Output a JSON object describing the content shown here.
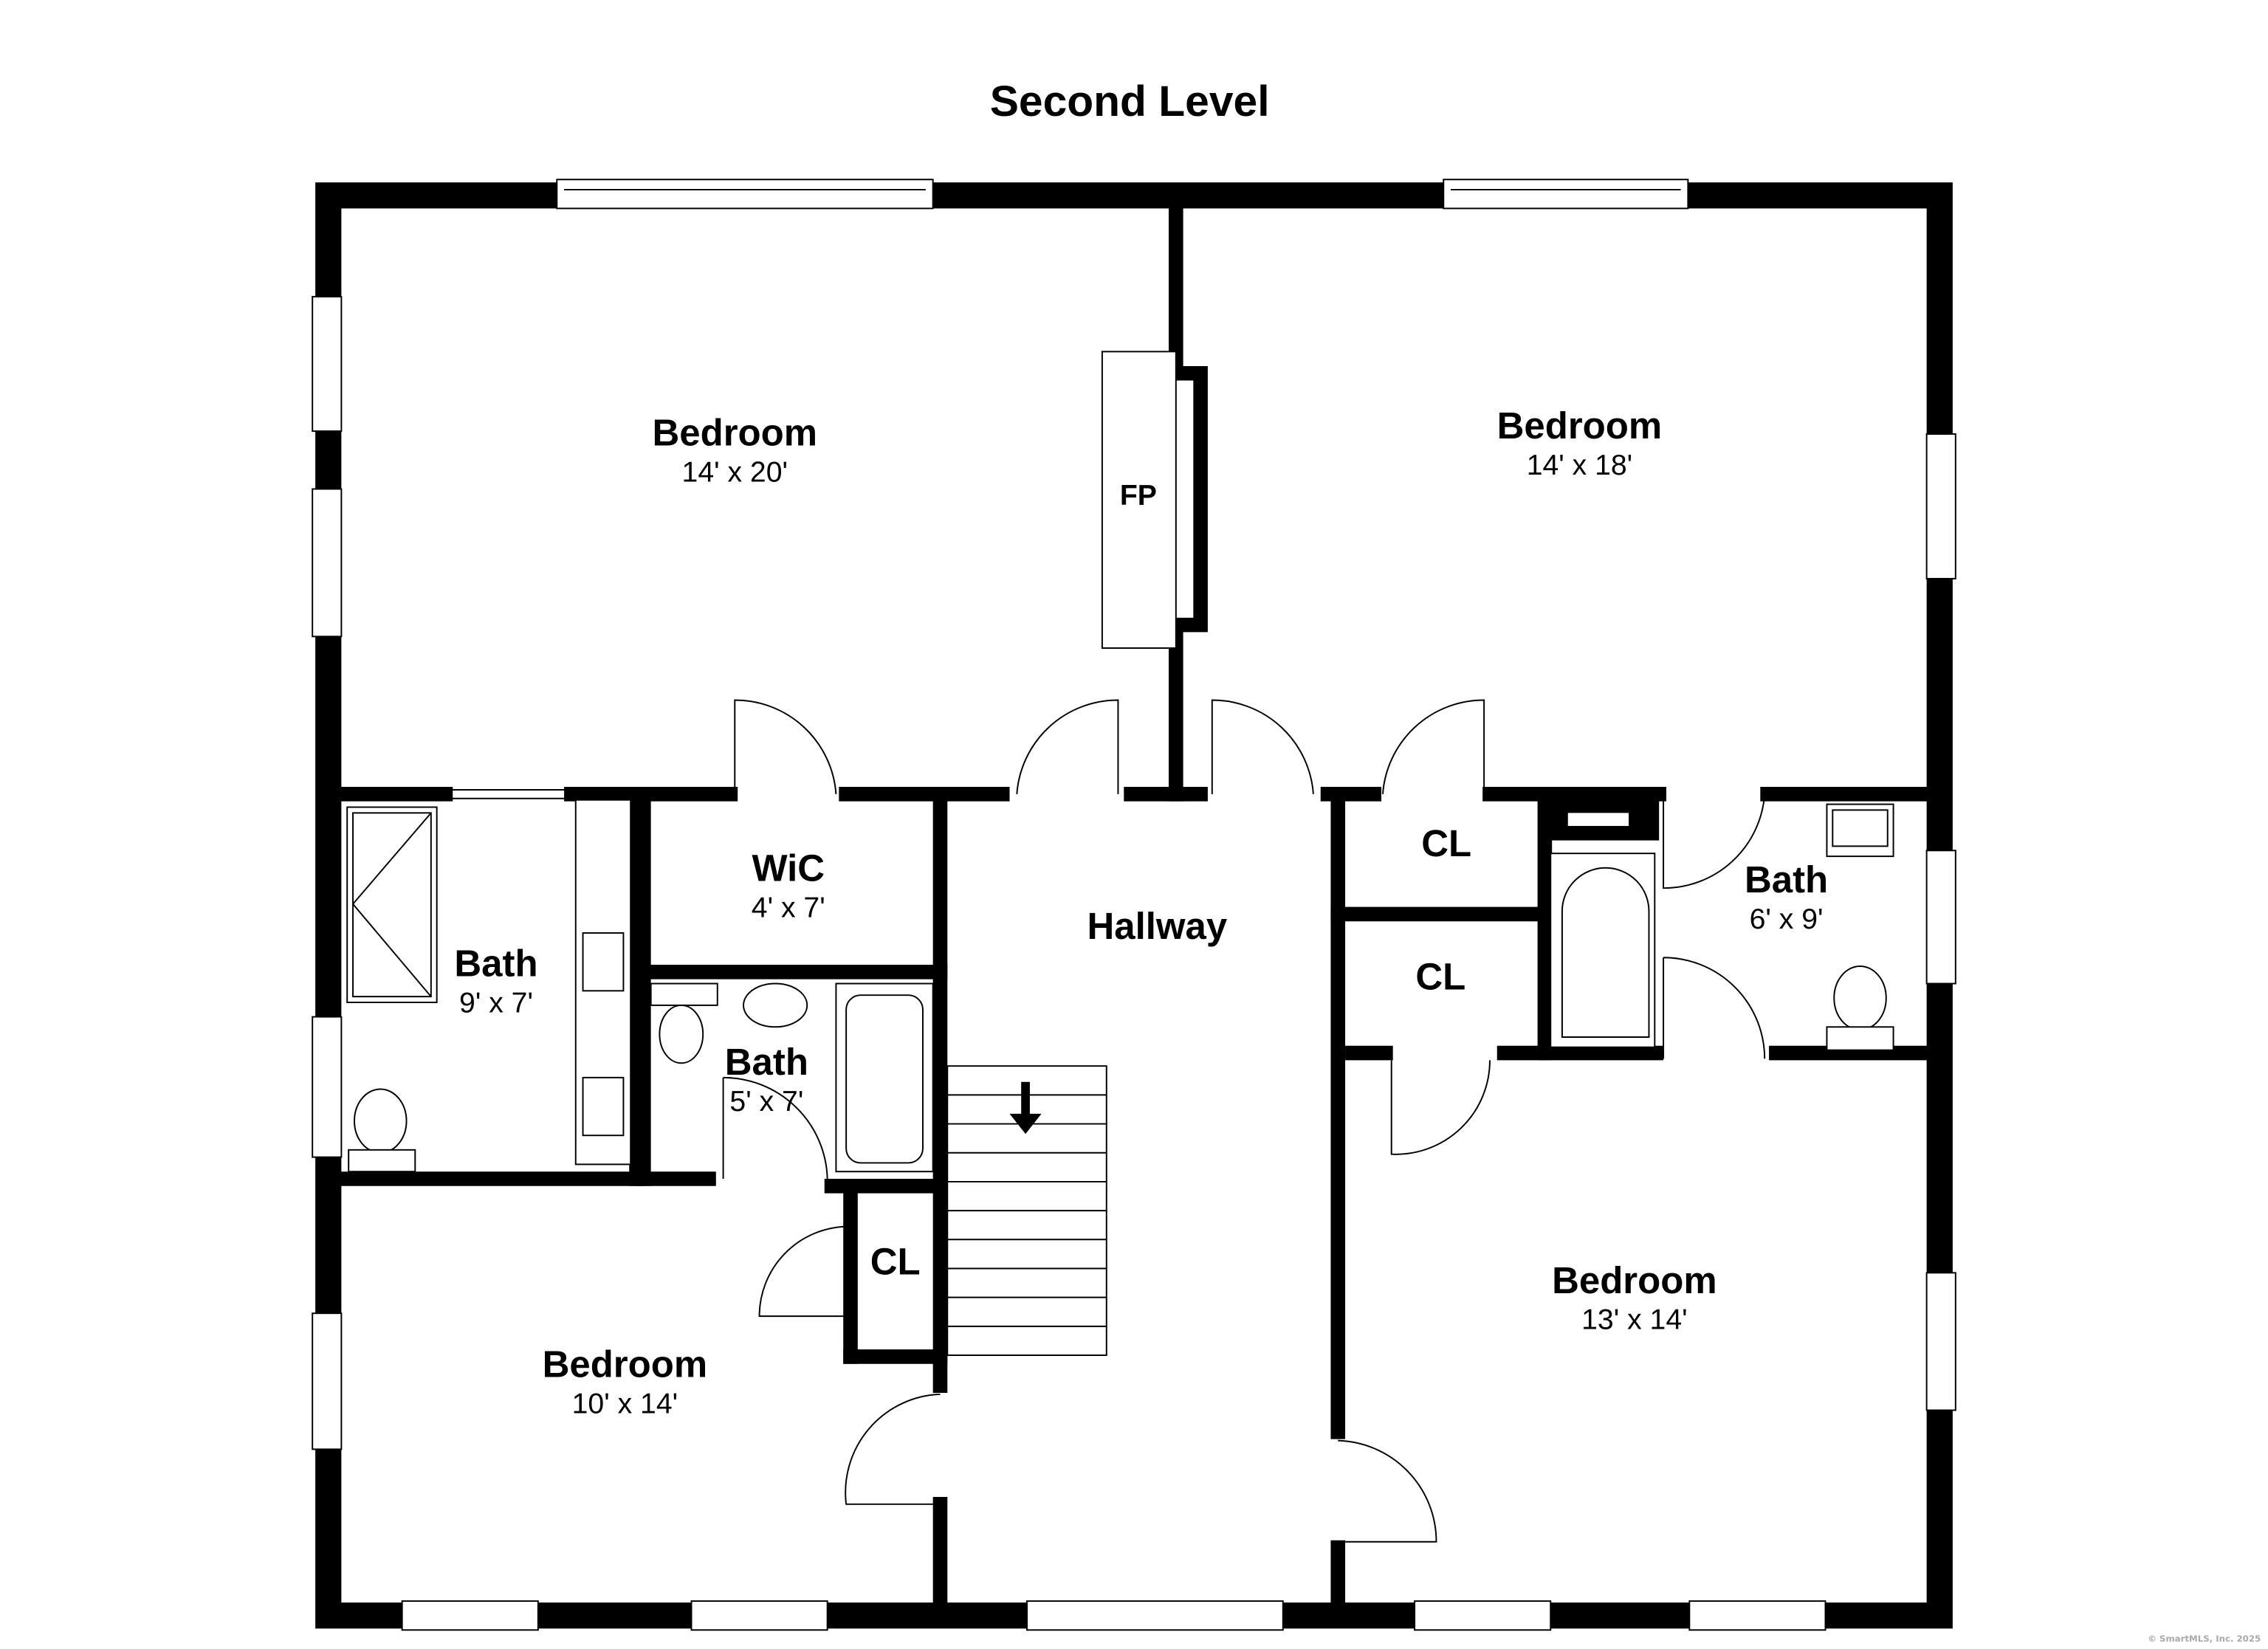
{
  "title": "Second Level",
  "rooms": [
    {
      "name": "Bedroom",
      "size": "14' x 20'"
    },
    {
      "name": "Bedroom",
      "size": "14' x 18'"
    },
    {
      "name": "FP"
    },
    {
      "name": "WiC",
      "size": "4' x 7'"
    },
    {
      "name": "Hallway"
    },
    {
      "name": "CL"
    },
    {
      "name": "CL"
    },
    {
      "name": "Bath",
      "size": "6' x 9'"
    },
    {
      "name": "Bath",
      "size": "9' x 7'"
    },
    {
      "name": "Bath",
      "size": "5' x 7'"
    },
    {
      "name": "CL"
    },
    {
      "name": "Bedroom",
      "size": "13' x 14'"
    },
    {
      "name": "Bedroom",
      "size": "10' x 14'"
    }
  ],
  "copyright": "© SmartMLS, Inc.  2025"
}
